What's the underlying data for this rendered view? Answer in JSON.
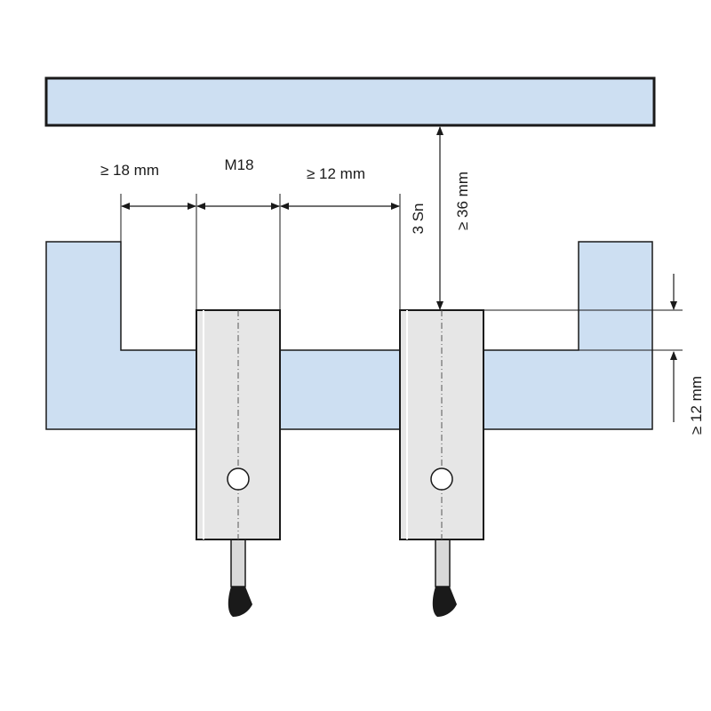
{
  "diagram": {
    "labels": {
      "left_clearance": "≥ 18 mm",
      "thread": "M18",
      "between_sensors": "≥ 12 mm",
      "sensing_distance": "3 Sn",
      "target_clearance": "≥ 36 mm",
      "recess_depth": "≥ 12 mm"
    },
    "colors": {
      "surface_fill": "#cddff2",
      "sensor_fill": "#e6e6e6",
      "outline": "#1a1a1a"
    }
  }
}
